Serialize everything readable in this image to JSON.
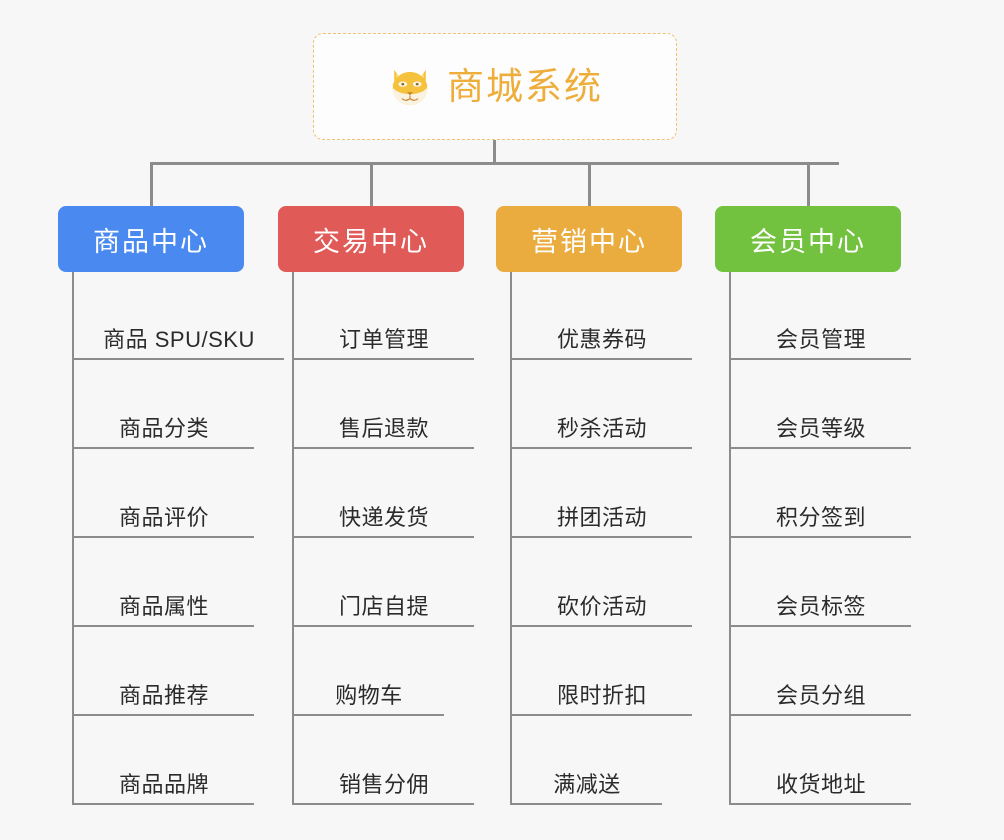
{
  "diagram": {
    "type": "org-tree",
    "background_color": "#f7f7f7",
    "line_color": "#8c8c8c",
    "root": {
      "title": "商城系统",
      "icon": "shiba-dog-icon",
      "text_color": "#eeae3c",
      "border_color": "#f0c070"
    },
    "branches": [
      {
        "label": "商品中心",
        "color": "#4a8af0",
        "items": [
          "商品 SPU/SKU",
          "商品分类",
          "商品评价",
          "商品属性",
          "商品推荐",
          "商品品牌"
        ]
      },
      {
        "label": "交易中心",
        "color": "#e05a57",
        "items": [
          "订单管理",
          "售后退款",
          "快递发货",
          "门店自提",
          "购物车",
          "销售分佣"
        ]
      },
      {
        "label": "营销中心",
        "color": "#eaac3e",
        "items": [
          "优惠券码",
          "秒杀活动",
          "拼团活动",
          "砍价活动",
          "限时折扣",
          "满减送"
        ]
      },
      {
        "label": "会员中心",
        "color": "#72c13f",
        "items": [
          "会员管理",
          "会员等级",
          "积分签到",
          "会员标签",
          "会员分组",
          "收货地址"
        ]
      }
    ]
  }
}
